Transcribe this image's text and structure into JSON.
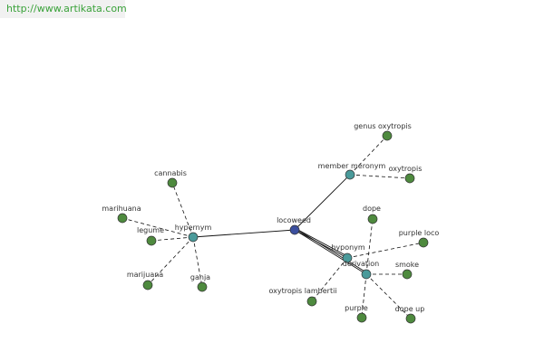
{
  "watermark": "http://www.artikata.com",
  "colors": {
    "center_node": "#3b4f9e",
    "relation_node": "#4a9a9a",
    "leaf_node": "#4e8a3e",
    "node_stroke": "#333333",
    "edge": "#111111",
    "label": "#333333"
  },
  "graph": {
    "center": "locoweed",
    "relations": [
      {
        "label": "member meronym",
        "terms": [
          "genus oxytropis",
          "oxytropis"
        ]
      },
      {
        "label": "hypernym",
        "terms": [
          "cannabis",
          "marihuana",
          "legume",
          "marijuana",
          "ganja"
        ]
      },
      {
        "label": "hyponym",
        "terms": [
          "oxytropis lambertii",
          "purple loco"
        ]
      },
      {
        "label": "derivation",
        "terms": [
          "dope",
          "smoke",
          "purple",
          "dope up"
        ]
      }
    ]
  }
}
